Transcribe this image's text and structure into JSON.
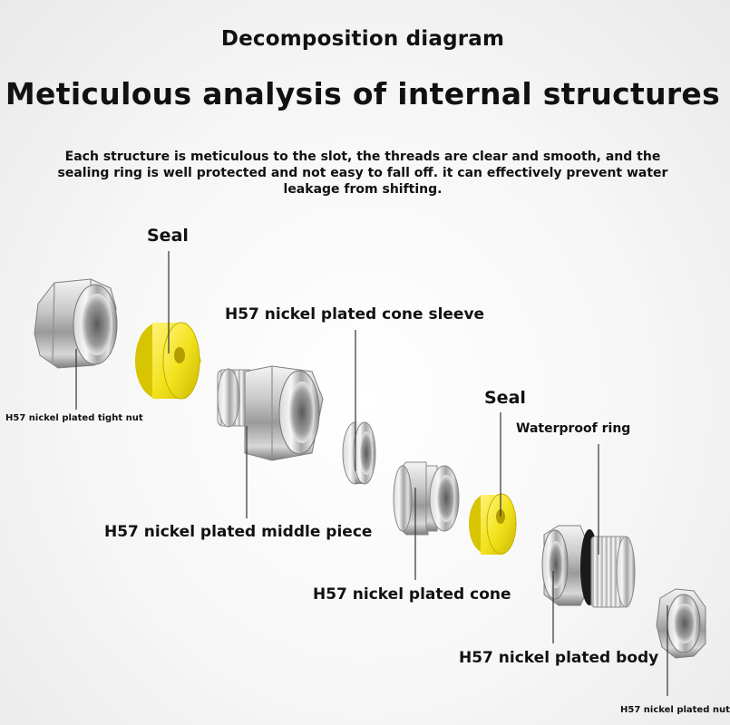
{
  "header": {
    "title": "Decomposition diagram",
    "heading": "Meticulous analysis of internal structures",
    "description": "Each structure is meticulous to the slot, the threads are clear and smooth, and the sealing ring is well protected and not easy to fall off. it can effectively prevent water leakage from shifting."
  },
  "labels": {
    "seal_1": "Seal",
    "tight_nut": "H57 nickel plated tight nut",
    "cone_sleeve": "H57 nickel plated cone sleeve",
    "middle_piece": "H57 nickel plated middle piece",
    "seal_2": "Seal",
    "waterproof_ring": "Waterproof ring",
    "cone": "H57 nickel plated cone",
    "body": "H57 nickel plated body",
    "nut": "H57 nickel plated nut"
  },
  "colors": {
    "seal_yellow": "#f2e21c",
    "metal_light": "#e8e8e8",
    "metal_dark": "#8a8a8a",
    "ring_black": "#1a1a1a"
  }
}
